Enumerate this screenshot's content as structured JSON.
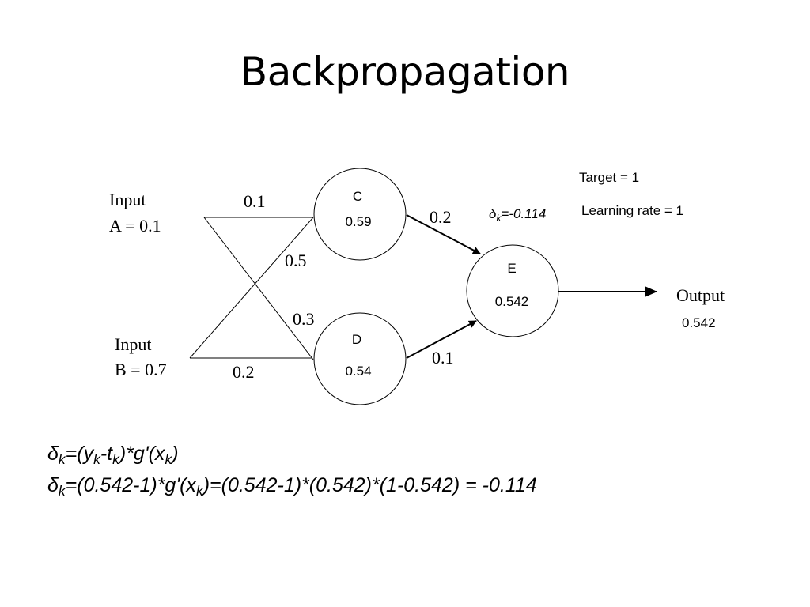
{
  "title": "Backpropagation",
  "inputs": {
    "a": {
      "line1": "Input",
      "line2": "A = 0.1"
    },
    "b": {
      "line1": "Input",
      "line2": "B = 0.7"
    }
  },
  "nodes": {
    "c": {
      "label": "C",
      "value": "0.59"
    },
    "d": {
      "label": "D",
      "value": "0.54"
    },
    "e": {
      "label": "E",
      "value": "0.542"
    }
  },
  "weights": {
    "a_c": "0.1",
    "a_d": "0.5",
    "b_c": "0.3",
    "b_d": "0.2",
    "c_e": "0.2",
    "d_e": "0.1"
  },
  "output": {
    "label": "Output",
    "value": "0.542"
  },
  "params": {
    "target": "Target = 1",
    "learning_rate": "Learning rate = 1"
  },
  "delta_note": {
    "symbol": "δ",
    "sub": "k",
    "rest": "=-0.114"
  },
  "equations": {
    "line1": {
      "d": "δ",
      "k1": "k",
      "p1": "=(y",
      "k2": "k",
      "p2": "-t",
      "k3": "k",
      "p3": ")*g'(x",
      "k4": "k",
      "p4": ")"
    },
    "line2": {
      "d": "δ",
      "k1": "k",
      "p1": "=(0.542-1)*g'(x",
      "k2": "k",
      "p2": ")=(0.542-1)*(0.542)*(1-0.542) = -0.114"
    }
  }
}
